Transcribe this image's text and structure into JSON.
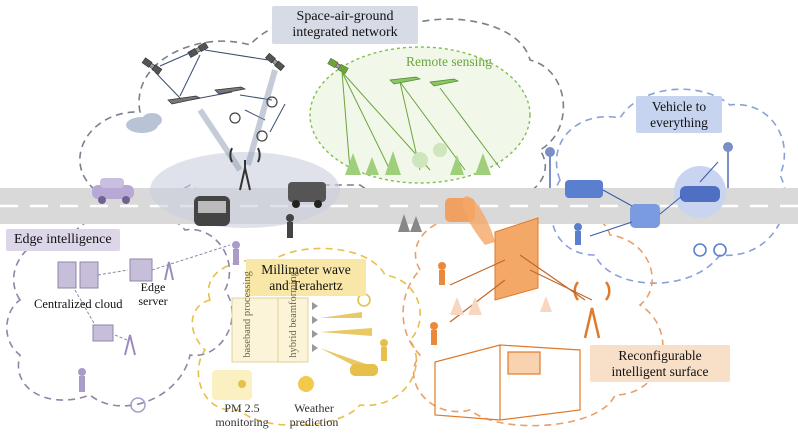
{
  "labels": {
    "space_air_ground": "Space-air-ground integrated network",
    "remote_sensing": "Remote sensing",
    "vehicle_to_everything": "Vehicle to everything",
    "edge_intelligence": "Edge intelligence",
    "centralized_cloud": "Centralized cloud",
    "edge_server": "Edge server",
    "mmwave_thz": "Millimeter wave and Terahertz",
    "baseband_processing": "baseband processing",
    "hybrid_beamforming": "hybrid beamforming",
    "pm25_monitoring": "PM 2.5 monitoring",
    "weather_prediction": "Weather prediction",
    "ris": "Reconfigurable intelligent surface"
  },
  "colors": {
    "space_air_ground": "#3a4d6e",
    "remote_sensing": "#6aa53c",
    "vehicle": "#5b7fd0",
    "edge": "#9c8cbc",
    "mmwave": "#e6c04a",
    "ris": "#e98a3a",
    "road": "#d9d9d9"
  }
}
